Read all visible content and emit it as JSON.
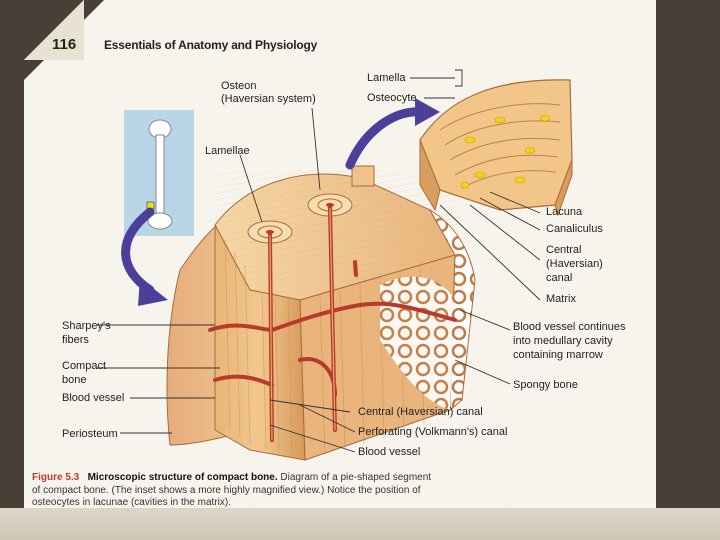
{
  "header": {
    "page_number": "116",
    "running_head": "Essentials of Anatomy and Physiology"
  },
  "labels": {
    "lamella": "Lamella",
    "osteocyte": "Osteocyte",
    "osteon_line1": "Osteon",
    "osteon_line2": "(Haversian system)",
    "lamellae": "Lamellae",
    "lacuna": "Lacuna",
    "canaliculus": "Canaliculus",
    "central_line1": "Central",
    "central_line2": "(Haversian)",
    "central_line3": "canal",
    "matrix": "Matrix",
    "bv_continues_line1": "Blood vessel continues",
    "bv_continues_line2": "into medullary cavity",
    "bv_continues_line3": "containing marrow",
    "spongy_bone": "Spongy bone",
    "sharpeys_line1": "Sharpey's",
    "sharpeys_line2": "fibers",
    "compact_line1": "Compact",
    "compact_line2": "bone",
    "blood_vessel_left": "Blood vessel",
    "periosteum": "Periosteum",
    "central_canal_bottom": "Central (Haversian) canal",
    "perforating_canal": "Perforating (Volkmann's) canal",
    "blood_vessel_bottom": "Blood vessel"
  },
  "caption": {
    "figure_number": "Figure 5.3",
    "title": "Microscopic structure of compact bone.",
    "text": "Diagram of a pie-shaped segment of compact bone. (The inset shows a more highly magnified view.) Notice the position of osteocytes in lacunae (cavities in the matrix)."
  },
  "colors": {
    "bone_light": "#f2c88f",
    "bone_mid": "#e0a468",
    "bone_dark": "#b9763f",
    "vessel": "#b83a2a",
    "arrow": "#4b3f9a",
    "inset_bg": "#b8d6e6",
    "osteocyte_yellow": "#f4d21c"
  }
}
